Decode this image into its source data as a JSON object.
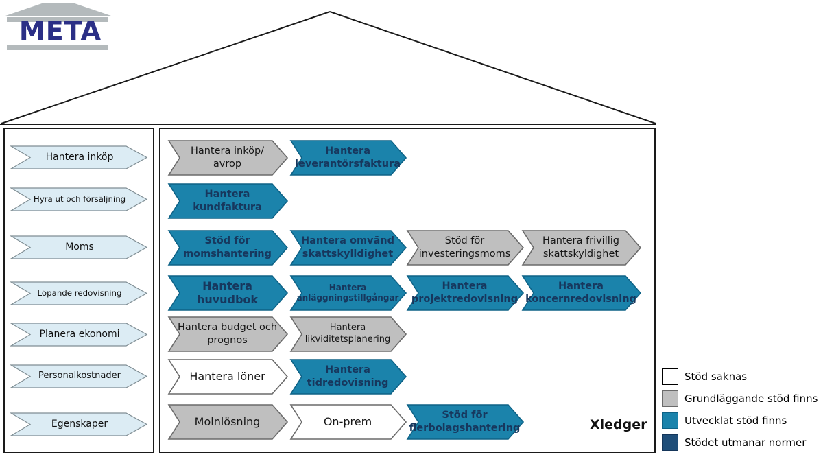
{
  "logo": {
    "text": "META"
  },
  "sidebar": {
    "items": [
      {
        "label": "Hantera inköp"
      },
      {
        "label": "Hyra ut och försäljning"
      },
      {
        "label": "Moms"
      },
      {
        "label": "Löpande redovisning"
      },
      {
        "label": "Planera ekonomi"
      },
      {
        "label": "Personalkostnader"
      },
      {
        "label": "Egenskaper"
      }
    ]
  },
  "main": {
    "vendor": "Xledger",
    "rows": [
      {
        "items": [
          {
            "col": 0,
            "status": "basic",
            "label": "Hantera inköp/ avrop"
          },
          {
            "col": 1,
            "status": "developed",
            "label": "Hantera leverantörsfaktura"
          }
        ]
      },
      {
        "items": [
          {
            "col": 0,
            "status": "developed",
            "label": "Hantera kundfaktura"
          }
        ]
      },
      {
        "items": [
          {
            "col": 0,
            "status": "developed",
            "label": "Stöd för momshantering"
          },
          {
            "col": 1,
            "status": "developed",
            "label": "Hantera omvänd skattskylldighet"
          },
          {
            "col": 2,
            "status": "basic",
            "label": "Stöd för investeringsmoms"
          },
          {
            "col": 3,
            "status": "basic",
            "label": "Hantera frivillig skattskyldighet"
          }
        ]
      },
      {
        "items": [
          {
            "col": 0,
            "status": "developed",
            "label": "Hantera huvudbok"
          },
          {
            "col": 1,
            "status": "developed",
            "label": "Hantera anläggningstillgångar"
          },
          {
            "col": 2,
            "status": "developed",
            "label": "Hantera projektredovisning"
          },
          {
            "col": 3,
            "status": "developed",
            "label": "Hantera koncernredovisning"
          }
        ]
      },
      {
        "items": [
          {
            "col": 0,
            "status": "basic",
            "label": "Hantera budget och prognos"
          },
          {
            "col": 1,
            "status": "basic",
            "label": "Hantera likviditetsplanering"
          }
        ]
      },
      {
        "items": [
          {
            "col": 0,
            "status": "none",
            "label": "Hantera löner"
          },
          {
            "col": 1,
            "status": "developed",
            "label": "Hantera tidredovisning"
          }
        ]
      },
      {
        "items": [
          {
            "col": 0,
            "status": "basic",
            "label": "Molnlösning"
          },
          {
            "col": 1,
            "status": "none",
            "label": "On-prem"
          },
          {
            "col": 2,
            "status": "developed",
            "label": "Stöd för flerbolagshantering"
          }
        ]
      }
    ]
  },
  "legend": {
    "items": [
      {
        "status": "none",
        "label": "Stöd saknas"
      },
      {
        "status": "basic",
        "label": "Grundläggande stöd finns"
      },
      {
        "status": "developed",
        "label": "Utvecklat stöd finns"
      },
      {
        "status": "challenges",
        "label": "Stödet utmanar normer"
      }
    ]
  },
  "colors": {
    "none": "#ffffff",
    "basic": "#bfbfbf",
    "developed": "#1b83ab",
    "challenges": "#1f4e79",
    "none_border": "#6a6a6a",
    "basic_border": "#6a6a6a",
    "developed_border": "#0e6286",
    "challenges_border": "#15365a",
    "sidebar_fill": "#dcecf4",
    "sidebar_border": "#7f8d93",
    "logo_text": "#2b2f86",
    "frame": "#1a1a1a"
  }
}
